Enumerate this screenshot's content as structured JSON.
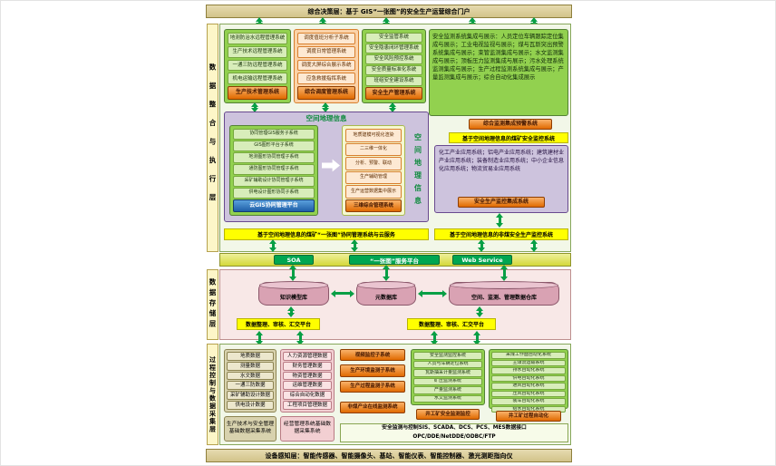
{
  "page": {
    "top_banner": "综合决策层：基于 GIS“一张图”的安全生产运营综合门户",
    "bottom_banner": "设备感知层：智能传感器、智能摄像头、基站、智能仪表、智能控制器、激光测距指向仪"
  },
  "layers": {
    "integration": {
      "label": "数据整合与执行层",
      "boxA": {
        "items": [
          "地测防治水远程管理系统",
          "生产技术远程管理系统",
          "一通三防远程管理系统",
          "机电运输远程管理系统"
        ],
        "button": "生产技术管理系统"
      },
      "boxB": {
        "items": [
          "调度值班分析子系统",
          "调度日常管理系统",
          "调度大屏综合展示系统",
          "应急救援指挥系统"
        ],
        "button": "综合调度管理系统"
      },
      "boxC": {
        "items": [
          "安全监管系统",
          "安全隐患闭环管理系统",
          "安全风险预控系统",
          "安全质量标准化系统",
          "班组安全建设系统"
        ],
        "button": "安全生产管理系统"
      },
      "boxD": {
        "text": "安全监测系统集成与展示：人员定位车辆跟踪定位集成与展示；工业电视监视与展示；煤与瓦斯突出预警系统集成与展示；束管监测集成与展示；水文监测集成与展示；顶板压力监测集成与展示；污水处理系统监测集成与展示；生产过程监测系统集成与展示；产量监测集成与展示；综合自动化集成展示",
        "button": "综合监测集成预警系统",
        "banner": "基于空间地理信息的煤矿安全监控系统"
      },
      "gis": {
        "title": "空间地理信息",
        "side_label": "空间地理信息",
        "left_items": [
          "协同管理GIS服务子系统",
          "GIS图形平台子系统",
          "地测图形协同管理子系统",
          "通防图形协同管理子系统",
          "采矿辅助设计协同管理子系统",
          "供电设计图形协同子系统"
        ],
        "left_button": "云GIS协同管理平台",
        "right_items": [
          "地质建模可视化渲染",
          "二三维一体化",
          "分析、预警、联动",
          "生产辅助管理",
          "生产运营数据集中展示"
        ],
        "right_button": "三维综合管理系统",
        "banner": "基于空间地理信息的煤矿“一张图”协同管理系统与云服务"
      },
      "noncoal": {
        "text": "化工产业应用系统；铝电产业应用系统；建筑建材业产业应用系统；装备制造业应用系统；中小企业信息化应用系统；物流贸易业应用系统",
        "button": "安全生产监控集成系统",
        "banner": "基于空间地理信息的非煤安全生产监控系统"
      }
    },
    "service_bus": {
      "left": "SOA",
      "center": "“一张图”服务平台",
      "right": "Web Service"
    },
    "storage": {
      "label": "数据存储层",
      "cylinders": [
        "知识模型库",
        "元数据库",
        "空间、监测、管理数据仓库"
      ],
      "platforms": [
        "数据整理、审核、汇交平台",
        "数据整理、审核、汇交平台"
      ]
    },
    "process": {
      "label": "过程控制与数据采集层",
      "col1": {
        "items": [
          "地质数据",
          "测量数据",
          "水文数据",
          "一通三防数据",
          "采矿辅助设计数据",
          "供电设计数据"
        ],
        "bottom": "生产技术与安全管理基础数据采集系统"
      },
      "col2": {
        "items": [
          "人力资源管理数据",
          "财务管理数据",
          "物资管理数据",
          "运维管理数据",
          "综合自动化数据",
          "工程项目管理数据"
        ],
        "bottom": "经营管理系统基础数据采集系统"
      },
      "col3": {
        "items": [
          "视频监控子系统",
          "生产环境监测子系统",
          "生产过程监测子系统"
        ],
        "bottom": "非煤产业在线监测系统"
      },
      "col4": {
        "items": [
          "安全监测监控系统",
          "人员与车辆定位系统",
          "瓦斯抽采计量监测系统",
          "矿压监测系统",
          "产量监测系统",
          "水文监测系统"
        ],
        "bottom": "井工矿安全监测监控"
      },
      "col5": {
        "items": [
          "采煤工作面自动化系统",
          "主煤流运输系统",
          "排水自动化系统",
          "供电自动化系统",
          "通风自动化系统",
          "压风自动化系统",
          "装车自动化系统",
          "给水自动化系统"
        ],
        "bottom": "井工矿过程自动化"
      },
      "interface_box": {
        "line1": "安全监测与控制SIS、SCADA、DCS、PCS、MES数据接口",
        "line2": "OPC/DDE/NetDDE/ODBC/FTP"
      }
    }
  },
  "colors": {
    "banner_yellow": "#ffff00",
    "box_green": "#92d14f",
    "button_orange": "#e06a00",
    "purple": "#cdc3dd",
    "service_green": "#00a651"
  }
}
